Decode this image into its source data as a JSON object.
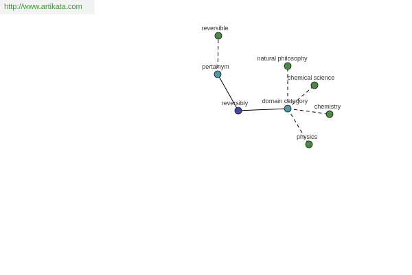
{
  "watermark": {
    "text": "http://www.artikata.com"
  },
  "colors": {
    "focus_node": "#3e4aa8",
    "relation_node": "#4a9aa6",
    "term_node": "#4a8a46",
    "edge": "#000000",
    "watermark_text": "#3b9a3b"
  },
  "graph": {
    "nodes": [
      {
        "id": "reversibly",
        "label": "reversibly",
        "kind": "focus"
      },
      {
        "id": "pertainym",
        "label": "pertainym",
        "kind": "relation"
      },
      {
        "id": "reversible",
        "label": "reversible",
        "kind": "term"
      },
      {
        "id": "domain-category",
        "label": "domain category",
        "kind": "relation"
      },
      {
        "id": "natural-philosophy",
        "label": "natural philosophy",
        "kind": "term"
      },
      {
        "id": "chemical-science",
        "label": "chemical science",
        "kind": "term"
      },
      {
        "id": "chemistry",
        "label": "chemistry",
        "kind": "term"
      },
      {
        "id": "physics",
        "label": "physics",
        "kind": "term"
      }
    ],
    "edges": [
      {
        "from": "reversibly",
        "to": "pertainym",
        "style": "solid"
      },
      {
        "from": "pertainym",
        "to": "reversible",
        "style": "dashed"
      },
      {
        "from": "reversibly",
        "to": "domain-category",
        "style": "solid"
      },
      {
        "from": "domain-category",
        "to": "natural-philosophy",
        "style": "dashed"
      },
      {
        "from": "domain-category",
        "to": "chemical-science",
        "style": "dashed"
      },
      {
        "from": "domain-category",
        "to": "chemistry",
        "style": "dashed"
      },
      {
        "from": "domain-category",
        "to": "physics",
        "style": "dashed"
      }
    ]
  }
}
